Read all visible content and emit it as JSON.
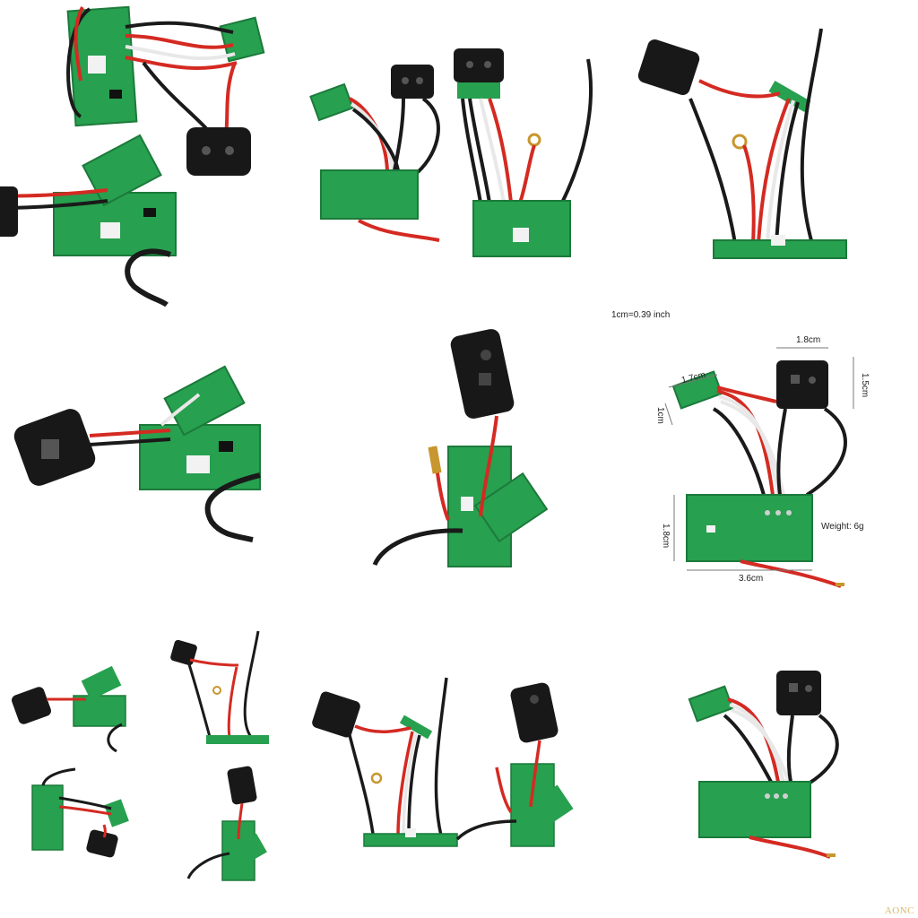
{
  "measurements": {
    "conversion": "1cm=0.39 inch",
    "top_width": "1.8cm",
    "side_height": "1.5cm",
    "small_board_width": "1.7cm",
    "small_board_height": "1cm",
    "main_board_height": "1.8cm",
    "main_board_width": "3.6cm",
    "weight": "Weight: 6g"
  },
  "watermark": "AONC",
  "colors": {
    "pcb": "#27a04f",
    "pcb_dark": "#1c7a3b",
    "wire_red": "#d42a22",
    "wire_black": "#1a1a1a",
    "wire_white": "#e8e8e8",
    "connector": "#181818",
    "pin_gold": "#c8962e"
  }
}
